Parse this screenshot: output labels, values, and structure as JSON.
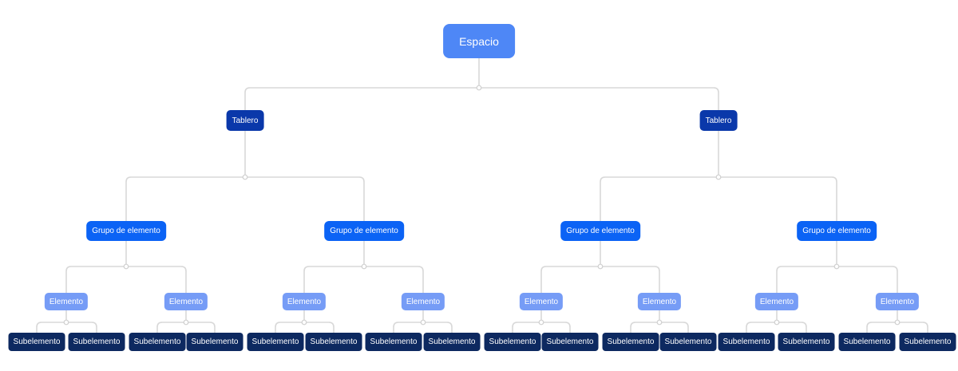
{
  "palette": {
    "space_blue": "#4e87f6",
    "board_blue": "#0a38aa",
    "group_blue": "#0b63f5",
    "element_blue": "#769cf6",
    "subelement_navy": "#0d2960",
    "connector_gray": "#d8d8d8",
    "text_white": "#ffffff",
    "background": "#ffffff"
  },
  "tree": {
    "label": "Espacio",
    "type": "space",
    "children": [
      {
        "label": "Tablero",
        "type": "board",
        "children": [
          {
            "label": "Grupo de elemento",
            "type": "group",
            "children": [
              {
                "label": "Elemento",
                "type": "element",
                "children": [
                  {
                    "label": "Subelemento",
                    "type": "subelement"
                  },
                  {
                    "label": "Subelemento",
                    "type": "subelement"
                  }
                ]
              },
              {
                "label": "Elemento",
                "type": "element",
                "children": [
                  {
                    "label": "Subelemento",
                    "type": "subelement"
                  },
                  {
                    "label": "Subelemento",
                    "type": "subelement"
                  }
                ]
              }
            ]
          },
          {
            "label": "Grupo de elemento",
            "type": "group",
            "children": [
              {
                "label": "Elemento",
                "type": "element",
                "children": [
                  {
                    "label": "Subelemento",
                    "type": "subelement"
                  },
                  {
                    "label": "Subelemento",
                    "type": "subelement"
                  }
                ]
              },
              {
                "label": "Elemento",
                "type": "element",
                "children": [
                  {
                    "label": "Subelemento",
                    "type": "subelement"
                  },
                  {
                    "label": "Subelemento",
                    "type": "subelement"
                  }
                ]
              }
            ]
          }
        ]
      },
      {
        "label": "Tablero",
        "type": "board",
        "children": [
          {
            "label": "Grupo de elemento",
            "type": "group",
            "children": [
              {
                "label": "Elemento",
                "type": "element",
                "children": [
                  {
                    "label": "Subelemento",
                    "type": "subelement"
                  },
                  {
                    "label": "Subelemento",
                    "type": "subelement"
                  }
                ]
              },
              {
                "label": "Elemento",
                "type": "element",
                "children": [
                  {
                    "label": "Subelemento",
                    "type": "subelement"
                  },
                  {
                    "label": "Subelemento",
                    "type": "subelement"
                  }
                ]
              }
            ]
          },
          {
            "label": "Grupo de elemento",
            "type": "group",
            "children": [
              {
                "label": "Elemento",
                "type": "element",
                "children": [
                  {
                    "label": "Subelemento",
                    "type": "subelement"
                  },
                  {
                    "label": "Subelemento",
                    "type": "subelement"
                  }
                ]
              },
              {
                "label": "Elemento",
                "type": "element",
                "children": [
                  {
                    "label": "Subelemento",
                    "type": "subelement"
                  },
                  {
                    "label": "Subelemento",
                    "type": "subelement"
                  }
                ]
              }
            ]
          }
        ]
      }
    ]
  }
}
